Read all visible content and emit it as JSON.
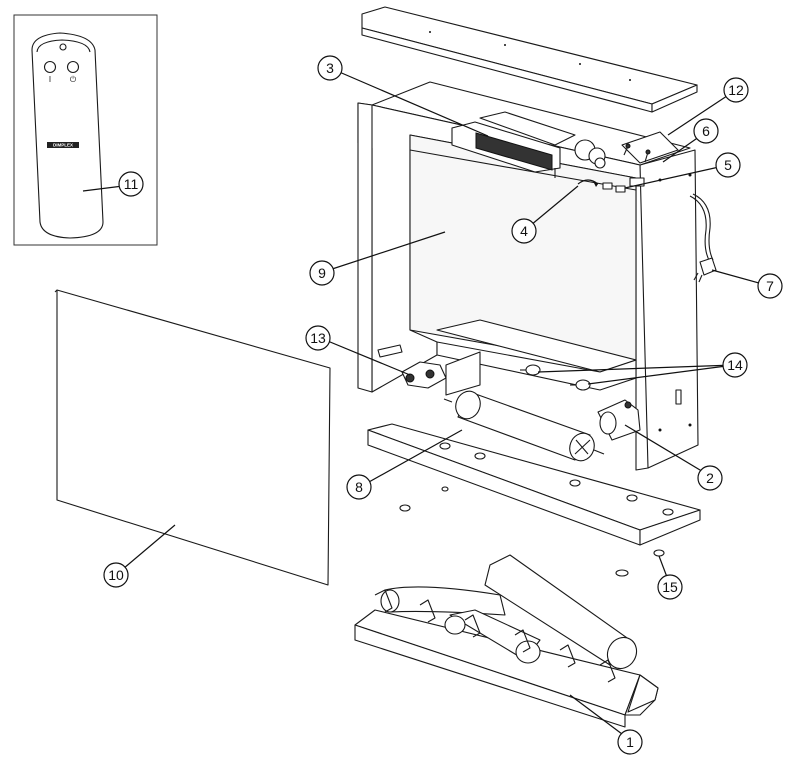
{
  "figure": {
    "colors": {
      "line": "#1a1a1a",
      "fill": "#ffffff",
      "shade": "#e6e6e6",
      "dark": "#333333"
    },
    "callouts": [
      {
        "id": "c1",
        "label": "1"
      },
      {
        "id": "c2",
        "label": "2"
      },
      {
        "id": "c3",
        "label": "3"
      },
      {
        "id": "c4",
        "label": "4"
      },
      {
        "id": "c5",
        "label": "5"
      },
      {
        "id": "c6",
        "label": "6"
      },
      {
        "id": "c7",
        "label": "7"
      },
      {
        "id": "c8",
        "label": "8"
      },
      {
        "id": "c9",
        "label": "9"
      },
      {
        "id": "c10",
        "label": "10"
      },
      {
        "id": "c11",
        "label": "11"
      },
      {
        "id": "c12",
        "label": "12"
      },
      {
        "id": "c13",
        "label": "13"
      },
      {
        "id": "c14",
        "label": "14"
      },
      {
        "id": "c15",
        "label": "15"
      }
    ],
    "remote": {
      "brand_text": "DIMPLEX",
      "power_symbol": "I",
      "power_symbol_2": "⏻"
    }
  }
}
